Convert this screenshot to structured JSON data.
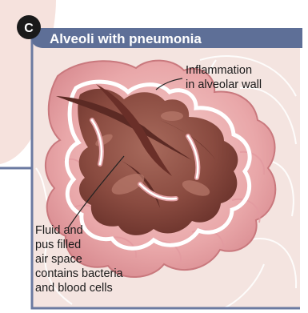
{
  "panel": {
    "badge": "C",
    "title": "Alveoli with pneumonia"
  },
  "labels": {
    "inflammation": [
      "Inflammation",
      "in alveolar wall"
    ],
    "fluid": [
      "Fluid and",
      "pus filled",
      "air space",
      "contains bacteria",
      "and blood cells"
    ]
  },
  "colors": {
    "header": "#5e6f97",
    "frame": "#6b7aa1",
    "tissue_light": "#f1c9c9",
    "tissue_mid": "#d98f94",
    "alveolar_wall": "#ffffff",
    "fluid_dark": "#7a3e36",
    "fluid_mid": "#9a5a4e",
    "background_tissue": "#f3e3df"
  }
}
